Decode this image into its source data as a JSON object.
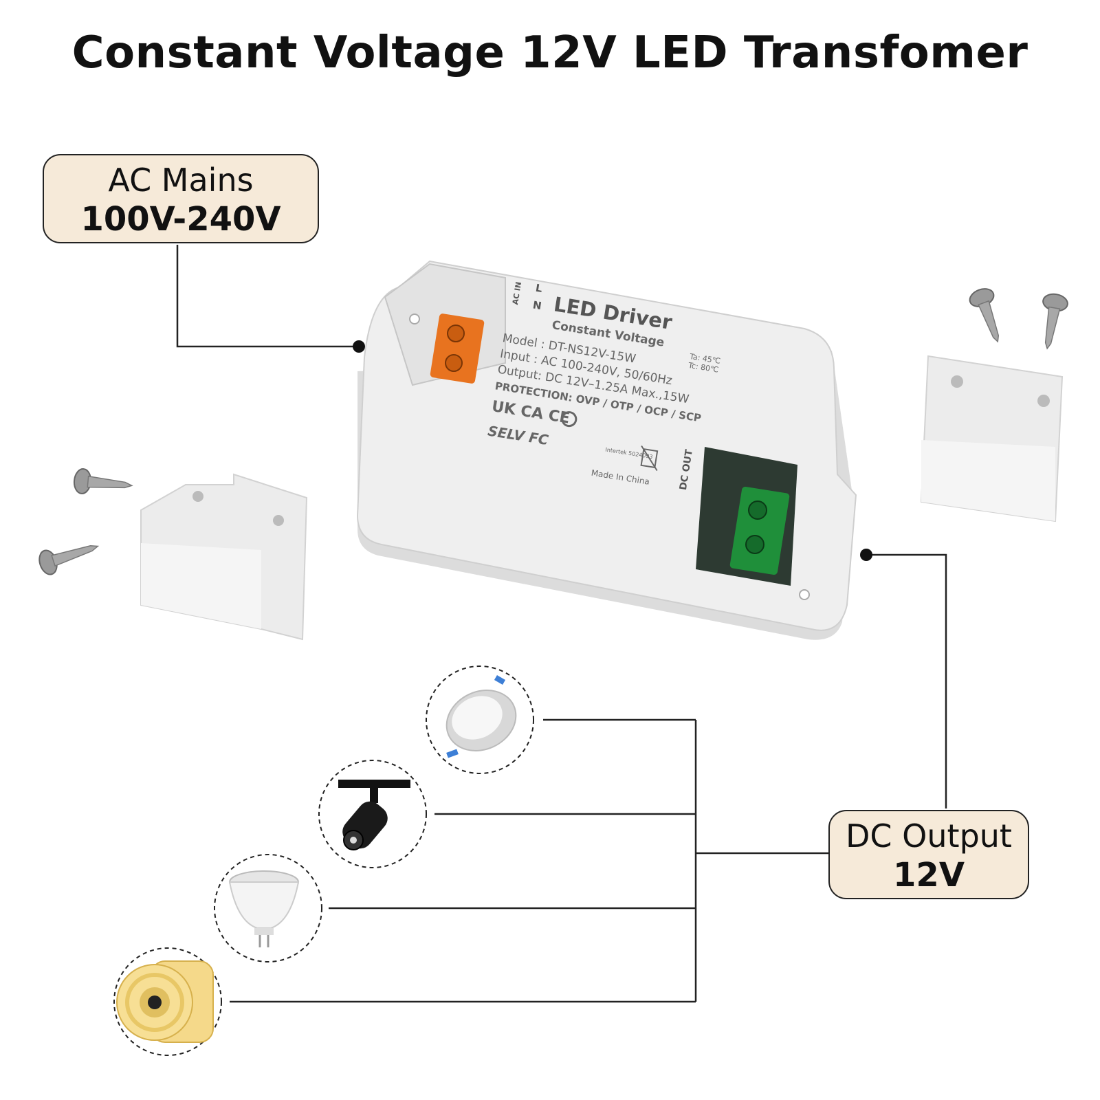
{
  "title": "Constant Voltage 12V LED Transfomer",
  "ac_callout": {
    "line1": "AC Mains",
    "line2": "100V-240V"
  },
  "dc_callout": {
    "line1": "DC Output",
    "line2": "12V"
  },
  "label": {
    "brand": "LED Driver",
    "subtitle": "Constant Voltage",
    "model": "Model  : DT-NS12V-15W",
    "input": "Input    : AC 100-240V,  50/60Hz",
    "output": "Output: DC 12V–1.25A Max.,15W",
    "protection": "PROTECTION: OVP / OTP / OCP / SCP",
    "ta": "Ta: 45℃",
    "tc": "Tc: 80℃",
    "ac_in": "AC IN",
    "l_mark": "L",
    "n_mark": "N",
    "dc_out": "DC OUT",
    "marks_row1": "UK CA  CE",
    "marks_row2": "SELV FC",
    "made_in": "Made In China",
    "intertek": "Intertek 5024093"
  },
  "colors": {
    "callout_bg": "#f6ead9",
    "terminal_ac": "#e8731f",
    "terminal_dc": "#1f8f3a",
    "body": "#ececec"
  },
  "icons": [
    "downlight-icon",
    "track-spotlight-icon",
    "mr16-bulb-icon",
    "led-strip-reel-icon",
    "screw-icon",
    "mounting-clip-icon"
  ]
}
